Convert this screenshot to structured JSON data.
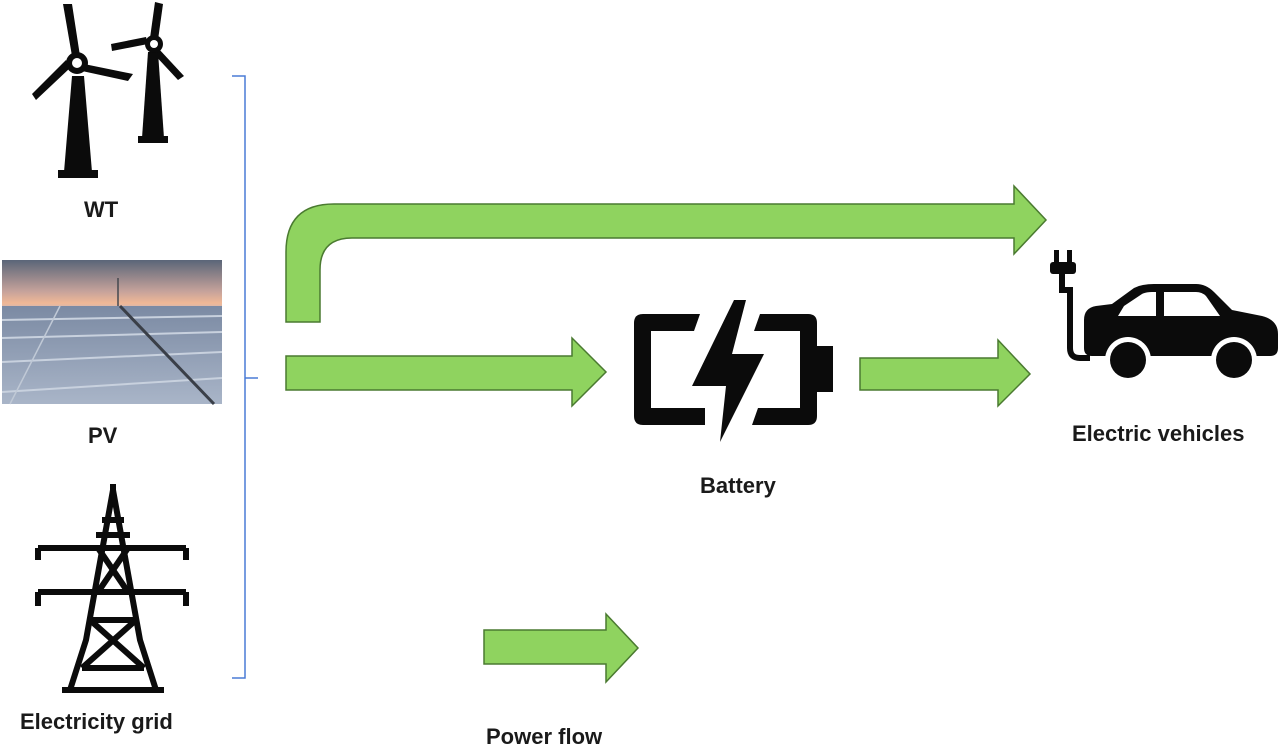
{
  "labels": {
    "wind_turbine": "WT",
    "photovoltaic": "PV",
    "electricity_grid": "Electricity grid",
    "battery": "Battery",
    "electric_vehicles": "Electric vehicles",
    "legend": "Power flow"
  },
  "icons": {
    "wind_turbine": "wind-turbine-icon",
    "photovoltaic": "solar-panel-photo",
    "electricity_grid": "transmission-tower-icon",
    "battery": "battery-charging-icon",
    "electric_vehicles": "electric-car-plug-icon",
    "arrow": "power-flow-arrow"
  },
  "colors": {
    "arrow_fill": "#8fd35f",
    "arrow_stroke": "#4a7a30",
    "icon": "#0b0b0b",
    "bracket": "#4a7bd6",
    "label": "#1a1a1a"
  }
}
